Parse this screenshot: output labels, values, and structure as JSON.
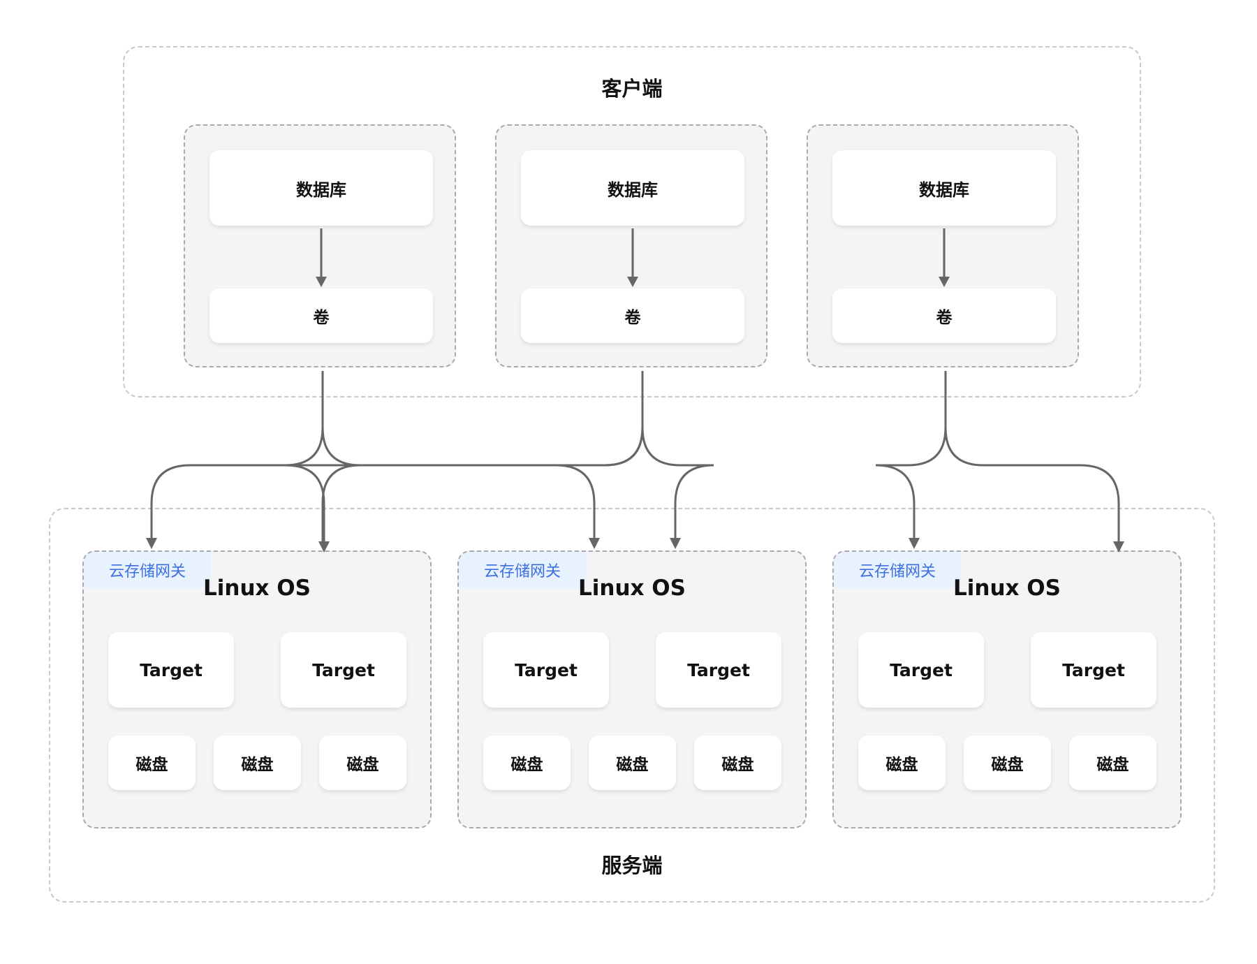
{
  "client": {
    "title": "客户端",
    "stacks": [
      {
        "database": "数据库",
        "volume": "卷"
      },
      {
        "database": "数据库",
        "volume": "卷"
      },
      {
        "database": "数据库",
        "volume": "卷"
      }
    ]
  },
  "server": {
    "title": "服务端",
    "nodes": [
      {
        "gateway": "云存储网关",
        "os": "Linux OS",
        "targets": [
          "Target",
          "Target"
        ],
        "disks": [
          "磁盘",
          "磁盘",
          "磁盘"
        ]
      },
      {
        "gateway": "云存储网关",
        "os": "Linux OS",
        "targets": [
          "Target",
          "Target"
        ],
        "disks": [
          "磁盘",
          "磁盘",
          "磁盘"
        ]
      },
      {
        "gateway": "云存储网关",
        "os": "Linux OS",
        "targets": [
          "Target",
          "Target"
        ],
        "disks": [
          "磁盘",
          "磁盘",
          "磁盘"
        ]
      }
    ]
  },
  "colors": {
    "connector": "#666666",
    "panel_bg": "#f4f4f6",
    "gateway_bg": "#e7f2fe",
    "gateway_text": "#3d6fdf"
  }
}
